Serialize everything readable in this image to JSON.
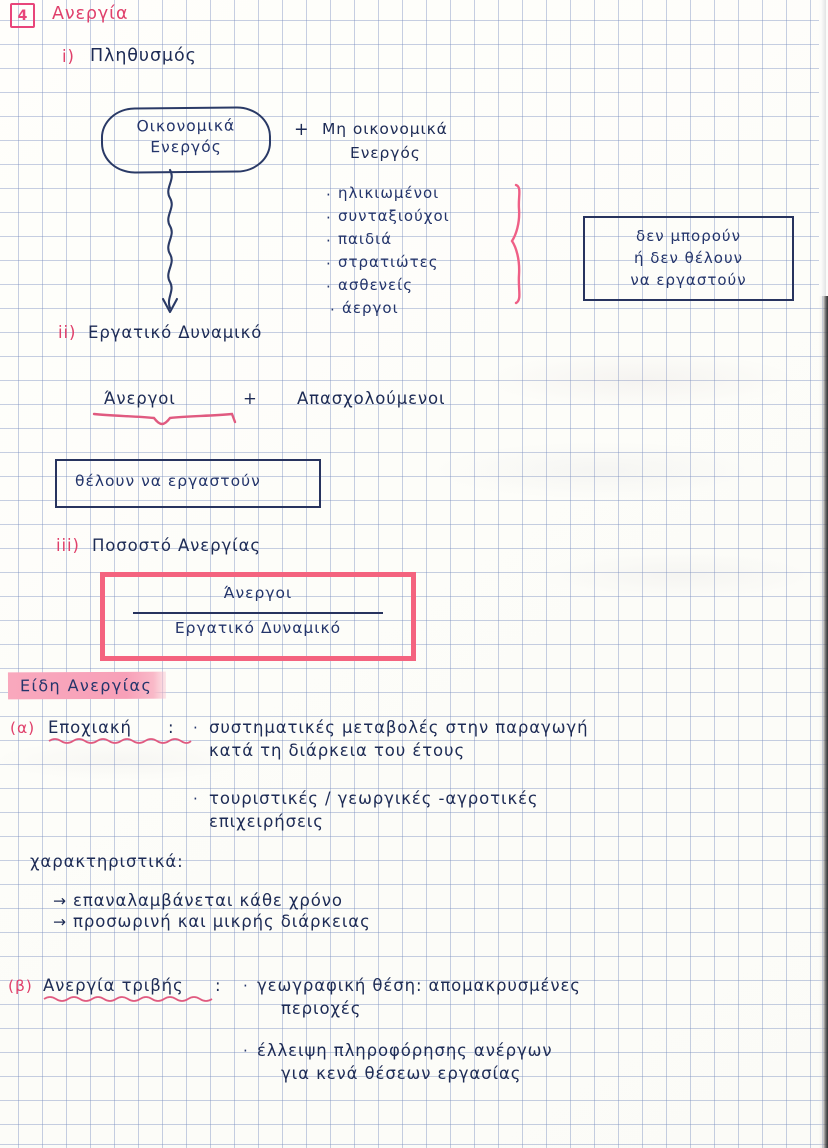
{
  "page": {
    "number_badge": "4",
    "title": "Ανεργία"
  },
  "sections": {
    "i": {
      "marker": "i)",
      "label": "Πληθυσμός",
      "oval": {
        "line1": "Οικονομικά",
        "line2": "Ενεργός"
      },
      "plus": "+",
      "right": {
        "line1": "Μη οικονομικά",
        "line2": "Ενεργός"
      },
      "bullets": [
        "ηλικιωμένοι",
        "συνταξιούχοι",
        "παιδιά",
        "στρατιώτες",
        "ασθενείς",
        "άεργοι"
      ],
      "note_box": [
        "δεν μπορούν",
        "ή δεν θέλουν",
        "να εργαστούν"
      ]
    },
    "ii": {
      "marker": "ii)",
      "label": "Εργατικό Δυναμικό",
      "terms": {
        "left": "Άνεργοι",
        "plus": "+",
        "right": "Απασχολούμενοι"
      },
      "note_box": "θέλουν να εργαστούν"
    },
    "iii": {
      "marker": "iii)",
      "label": "Ποσοστό Ανεργίας",
      "fraction": {
        "numerator": "Άνεργοι",
        "denominator": "Εργατικό Δυναμικό"
      }
    }
  },
  "types_banner": "Είδη Ανεργίας",
  "types": [
    {
      "marker": "(α)",
      "name": "Εποχιακή",
      "colon": ":",
      "bullets": [
        [
          "συστηματικές μεταβολές στην παραγωγή",
          "κατά τη διάρκεια του έτους"
        ],
        [
          "τουριστικές / γεωργικές -αγροτικές",
          "επιχειρήσεις"
        ]
      ],
      "traits_label": "χαρακτηριστικά:",
      "traits": [
        "επαναλαμβάνεται κάθε χρόνο",
        "προσωρινή και μικρής διάρκειας"
      ],
      "arrow_glyph": "→"
    },
    {
      "marker": "(β)",
      "name": "Ανεργία τριβής",
      "colon": ":",
      "bullets": [
        [
          "γεωγραφική θέση: απομακρυσμένες",
          "περιοχές"
        ],
        [
          "έλλειψη πληροφόρησης ανέργων",
          "για κενά θέσεων εργασίας"
        ]
      ]
    }
  ],
  "colors": {
    "ink_blue": "#24356b",
    "ink_red": "#e0406b",
    "highlight_pink": "#f7a0b8",
    "box_pink": "#f4637f",
    "grid_blue": "#7a8cbe"
  }
}
